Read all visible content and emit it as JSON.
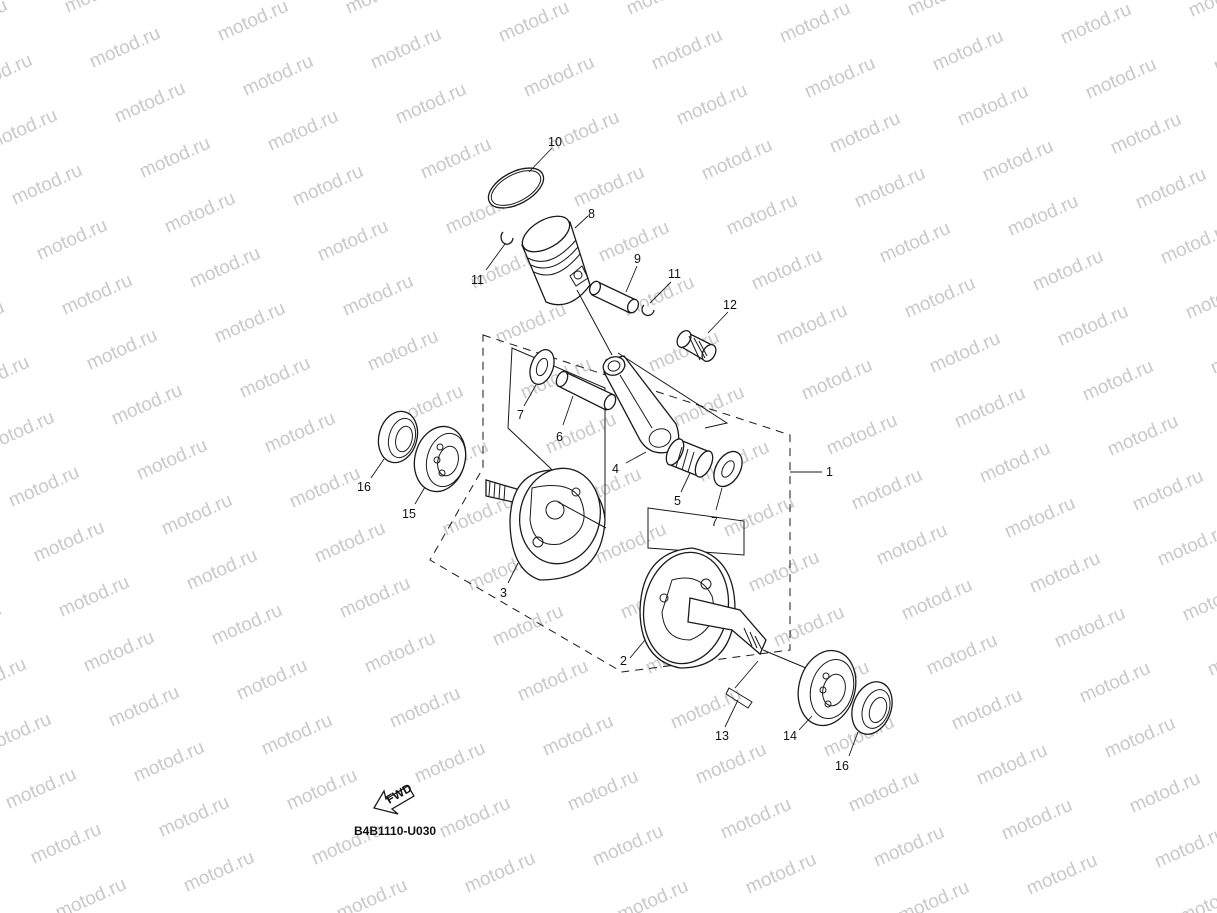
{
  "watermark": {
    "text": "motod.ru",
    "color": "#c9c9c9"
  },
  "diagram_code": "B4B1110-U030",
  "fwd_badge": "FWD",
  "callouts": [
    {
      "id": "c1",
      "label": "1"
    },
    {
      "id": "c2",
      "label": "2"
    },
    {
      "id": "c3",
      "label": "3"
    },
    {
      "id": "c4",
      "label": "4"
    },
    {
      "id": "c5",
      "label": "5"
    },
    {
      "id": "c6",
      "label": "6"
    },
    {
      "id": "c7a",
      "label": "7"
    },
    {
      "id": "c7b",
      "label": "7"
    },
    {
      "id": "c8",
      "label": "8"
    },
    {
      "id": "c9",
      "label": "9"
    },
    {
      "id": "c10",
      "label": "10"
    },
    {
      "id": "c11a",
      "label": "11"
    },
    {
      "id": "c11b",
      "label": "11"
    },
    {
      "id": "c12",
      "label": "12"
    },
    {
      "id": "c13",
      "label": "13"
    },
    {
      "id": "c14",
      "label": "14"
    },
    {
      "id": "c15",
      "label": "15"
    },
    {
      "id": "c16a",
      "label": "16"
    },
    {
      "id": "c16b",
      "label": "16"
    }
  ]
}
